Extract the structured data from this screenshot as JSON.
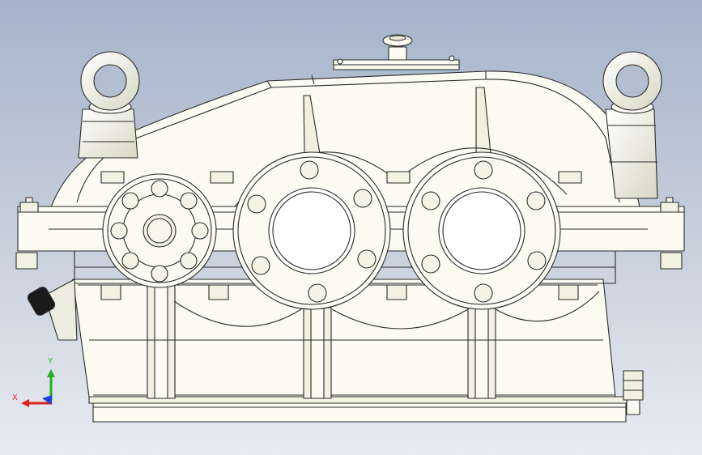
{
  "viewport": {
    "background_top": "#a5b4cb",
    "background_bottom": "#e8ebf1",
    "part_fill": "#fbfbf2",
    "part_shade": "#e9e9d6",
    "edge_color": "#2b2b2b"
  },
  "model": {
    "name": "gear-reducer",
    "components": [
      "left-lifting-eye",
      "right-lifting-eye",
      "vent-plug",
      "inspection-cover",
      "housing-cover",
      "housing-base",
      "input-bearing-cap",
      "intermediate-bearing-cap",
      "output-bearing-cap",
      "oil-gauge",
      "drain-plug"
    ]
  },
  "triad": {
    "x_label": "X",
    "y_label": "Y",
    "x_color": "#e02020",
    "y_color": "#20b020",
    "z_color": "#2040e0"
  }
}
